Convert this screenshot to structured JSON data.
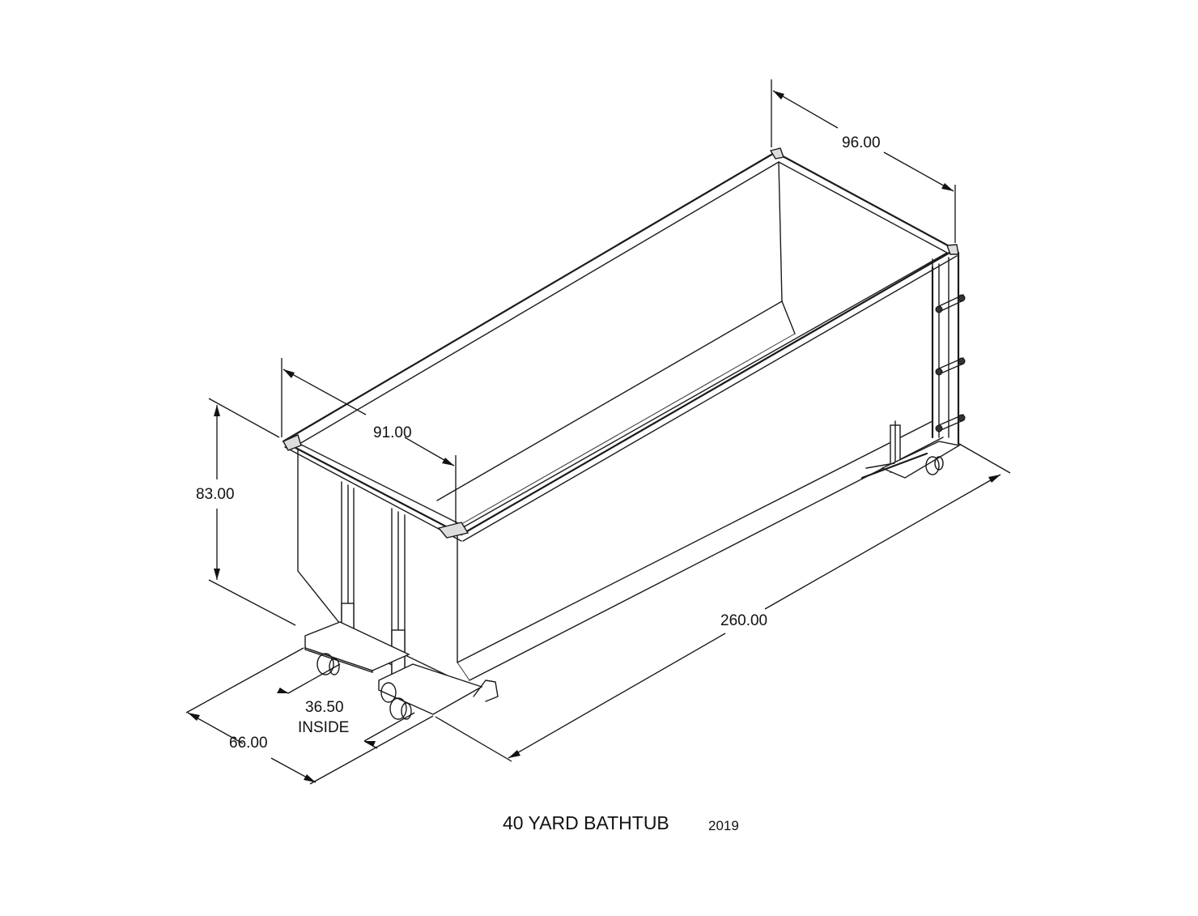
{
  "drawing": {
    "title": "40 YARD BATHTUB",
    "year": "2019"
  },
  "dimensions": {
    "width": "96.00",
    "inner_width": "91.00",
    "height": "83.00",
    "length": "260.00",
    "rail_spacing": "36.50",
    "rail_spacing_note": "INSIDE",
    "rail_width": "66.00"
  }
}
